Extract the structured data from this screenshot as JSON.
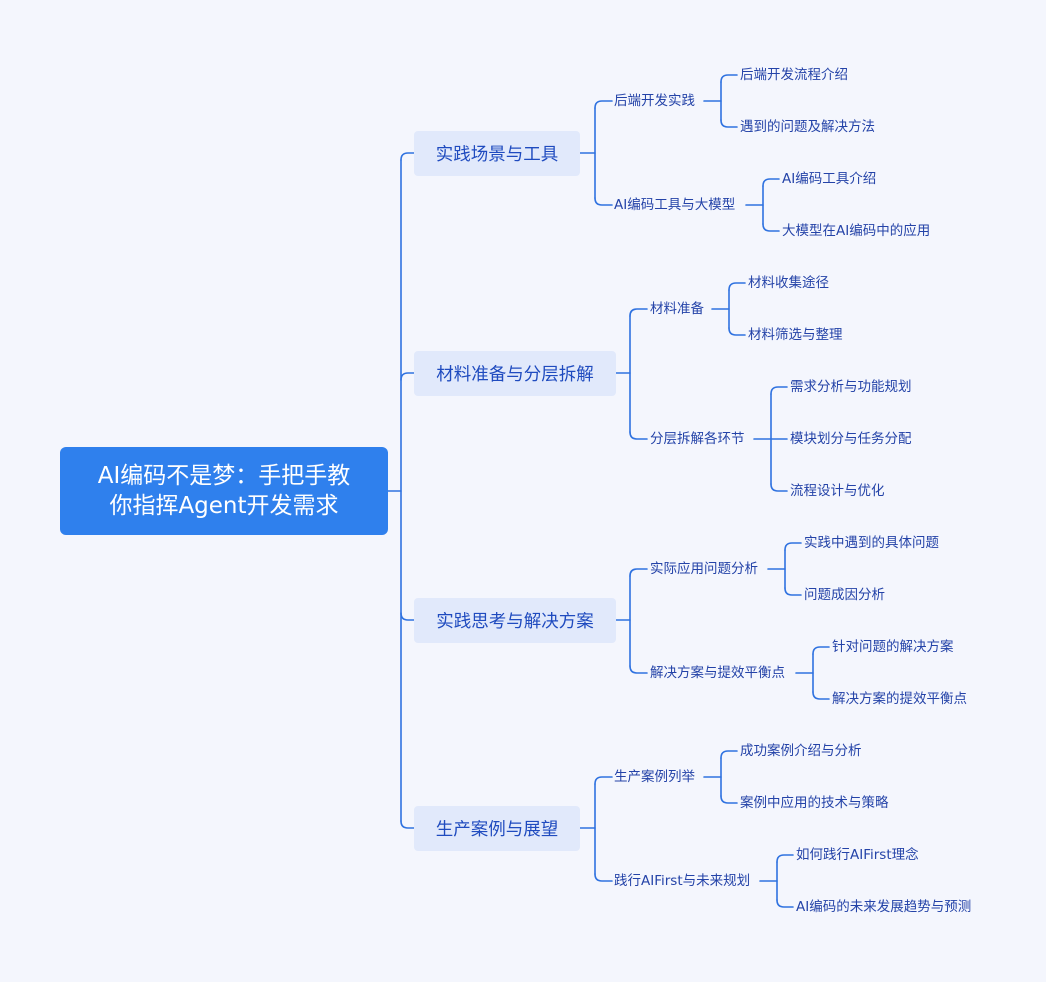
{
  "root": {
    "lines": [
      "AI编码不是梦：手把手教",
      "你指挥Agent开发需求"
    ]
  },
  "branches": [
    {
      "label": "实践场景与工具",
      "children": [
        {
          "label": "后端开发实践",
          "children": [
            "后端开发流程介绍",
            "遇到的问题及解决方法"
          ]
        },
        {
          "label": "AI编码工具与大模型",
          "children": [
            "AI编码工具介绍",
            "大模型在AI编码中的应用"
          ]
        }
      ]
    },
    {
      "label": "材料准备与分层拆解",
      "children": [
        {
          "label": "材料准备",
          "children": [
            "材料收集途径",
            "材料筛选与整理"
          ]
        },
        {
          "label": "分层拆解各环节",
          "children": [
            "需求分析与功能规划",
            "模块划分与任务分配",
            "流程设计与优化"
          ]
        }
      ]
    },
    {
      "label": "实践思考与解决方案",
      "children": [
        {
          "label": "实际应用问题分析",
          "children": [
            "实践中遇到的具体问题",
            "问题成因分析"
          ]
        },
        {
          "label": "解决方案与提效平衡点",
          "children": [
            "针对问题的解决方案",
            "解决方案的提效平衡点"
          ]
        }
      ]
    },
    {
      "label": "生产案例与展望",
      "children": [
        {
          "label": "生产案例列举",
          "children": [
            "成功案例介绍与分析",
            "案例中应用的技术与策略"
          ]
        },
        {
          "label": "践行AIFirst与未来规划",
          "children": [
            "如何践行AIFirst理念",
            "AI编码的未来发展趋势与预测"
          ]
        }
      ]
    }
  ],
  "colors": {
    "line": "#2f72e0",
    "root_bg": "#2f80ed",
    "branch_bg": "#e1e9fb",
    "text": "#2443a8"
  }
}
